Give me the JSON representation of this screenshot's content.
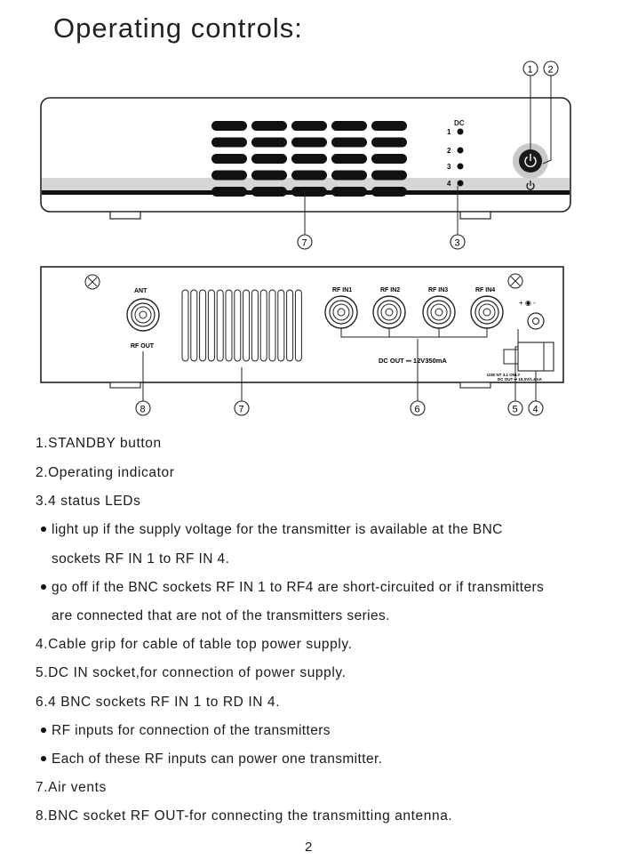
{
  "page": {
    "title": "Operating controls:",
    "page_number": "2"
  },
  "front_panel": {
    "dc_label": "DC",
    "led_numbers": [
      "1",
      "2",
      "3",
      "4"
    ],
    "power_symbol": "⏻",
    "callouts": [
      "1",
      "2",
      "7",
      "3"
    ]
  },
  "rear_panel": {
    "ant_label": "ANT",
    "rf_out_label": "RF OUT",
    "rf_in_labels": [
      "RF IN1",
      "RF IN2",
      "RF IN3",
      "RF IN4"
    ],
    "dc_out_label": "DC OUT ⎓ 12V350mA",
    "dc_in_label_line1": "USE NT 3.1 ONLY",
    "dc_in_label_line2": "DC OUT ⎓ 15.0V/1.4mA",
    "dc_polarity": "+ ◉ -",
    "callouts": [
      "8",
      "7",
      "6",
      "5",
      "4"
    ]
  },
  "items": [
    {
      "text": "1.STANDBY button"
    },
    {
      "text": "2.Operating indicator"
    },
    {
      "text": "3.4 status LEDs"
    },
    {
      "bullet": "light up if the supply voltage for the transmitter is available at the BNC",
      "cont": "sockets RF IN 1 to RF IN 4."
    },
    {
      "bullet": "go off if the BNC sockets RF IN 1 to RF4 are short-circuited or if transmitters",
      "cont": "are connected that are not of the transmitters series."
    },
    {
      "text": "4.Cable grip for cable of table top power supply."
    },
    {
      "text": "5.DC IN socket,for connection of power supply."
    },
    {
      "text": "6.4 BNC sockets RF IN 1 to RD IN 4."
    },
    {
      "bullet": "RF inputs for connection of the transmitters"
    },
    {
      "bullet": "Each of these RF inputs can power one transmitter."
    },
    {
      "text": "7.Air vents"
    },
    {
      "text": "8.BNC socket RF OUT-for connecting the transmitting antenna."
    }
  ]
}
